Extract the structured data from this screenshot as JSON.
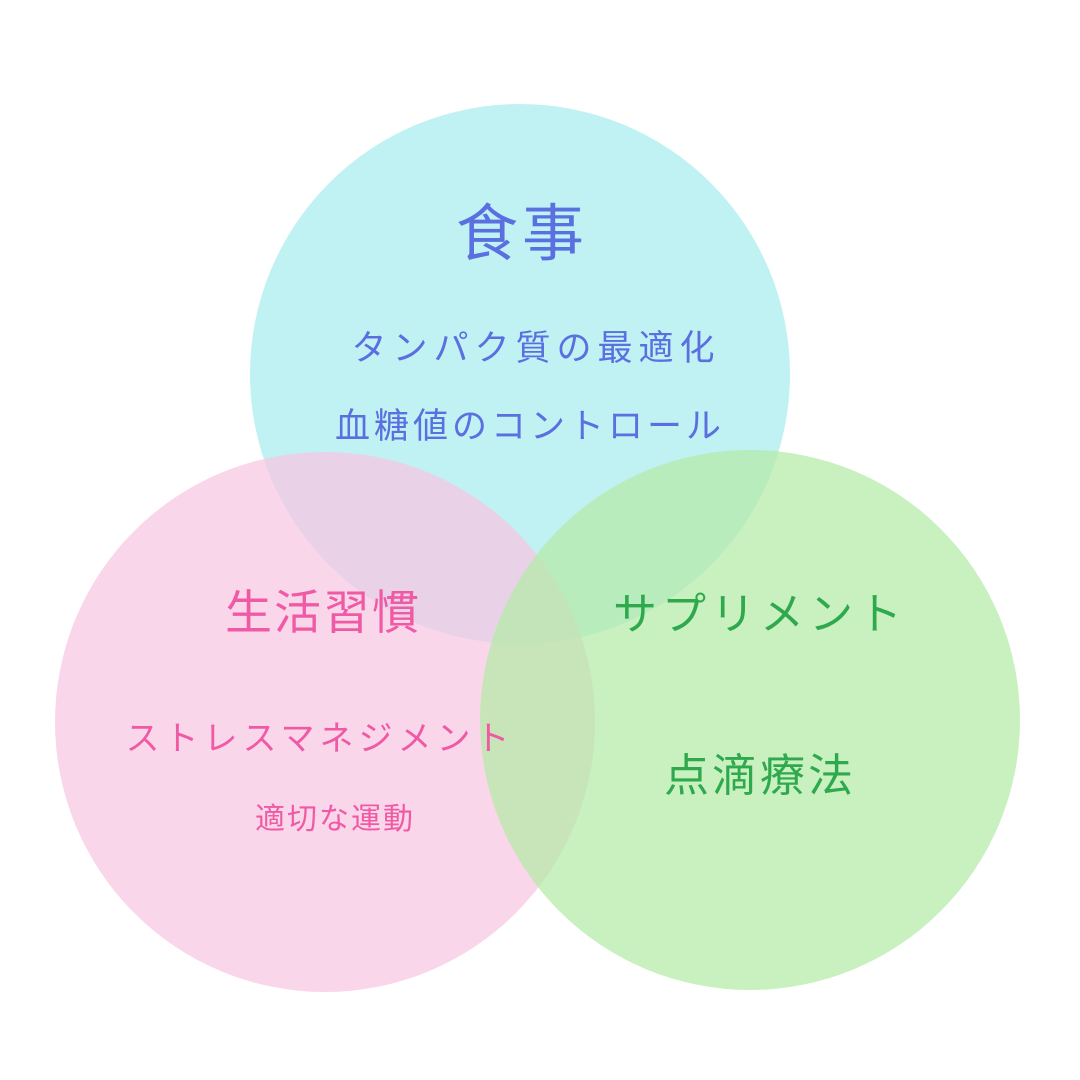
{
  "diagram": {
    "type": "venn",
    "colors": {
      "diet_fill": "#a7ecef",
      "lifestyle_fill": "#f8c6e3",
      "supplement_fill": "#b4eaa6",
      "diet_text": "#5a6fe0",
      "lifestyle_text": "#f05aa5",
      "supplement_text": "#2fa94e"
    },
    "diet": {
      "title": "食事",
      "items": [
        "タンパク質の最適化",
        "血糖値のコントロール"
      ]
    },
    "lifestyle": {
      "title": "生活習慣",
      "items": [
        "ストレスマネジメント",
        "適切な運動"
      ]
    },
    "supplement": {
      "title": "サプリメント",
      "items": [
        "点滴療法"
      ]
    }
  }
}
